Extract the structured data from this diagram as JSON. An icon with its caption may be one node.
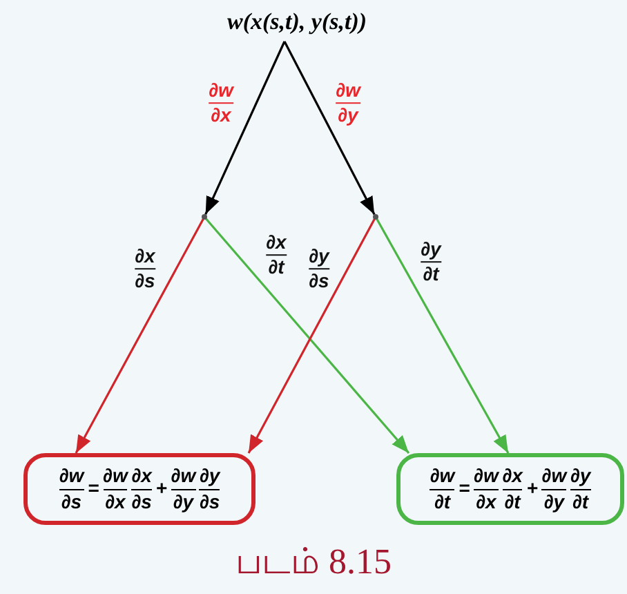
{
  "diagram": {
    "caption": "படம் 8.15",
    "nodes": [
      {
        "text": [
          "w(x(s,t), y(s,t))"
        ]
      },
      {
        "text": [],
        "shape": "point"
      },
      {
        "text": [],
        "shape": "point"
      },
      {
        "text": [
          "∂w/∂s = ∂w/∂x ∂x/∂s + ∂w/∂y ∂y/∂s"
        ]
      },
      {
        "text": [
          "∂w/∂t = ∂w/∂x ∂x/∂t + ∂w/∂y ∂y/∂t"
        ]
      }
    ],
    "edges": [
      {
        "from": 0,
        "to": 1,
        "arrow": "to",
        "label": "∂w/∂x",
        "color": "#000000"
      },
      {
        "from": 0,
        "to": 2,
        "arrow": "to",
        "label": "∂w/∂y",
        "color": "#000000"
      },
      {
        "from": 1,
        "to": 3,
        "arrow": "to",
        "label": "∂x/∂s",
        "color": "#d0262b"
      },
      {
        "from": 1,
        "to": 4,
        "arrow": "to",
        "label": "∂x/∂t",
        "color": "#4bb545"
      },
      {
        "from": 2,
        "to": 3,
        "arrow": "to",
        "label": "∂y/∂s",
        "color": "#d0262b"
      },
      {
        "from": 2,
        "to": 4,
        "arrow": "to",
        "label": "∂y/∂t",
        "color": "#4bb545"
      }
    ]
  }
}
